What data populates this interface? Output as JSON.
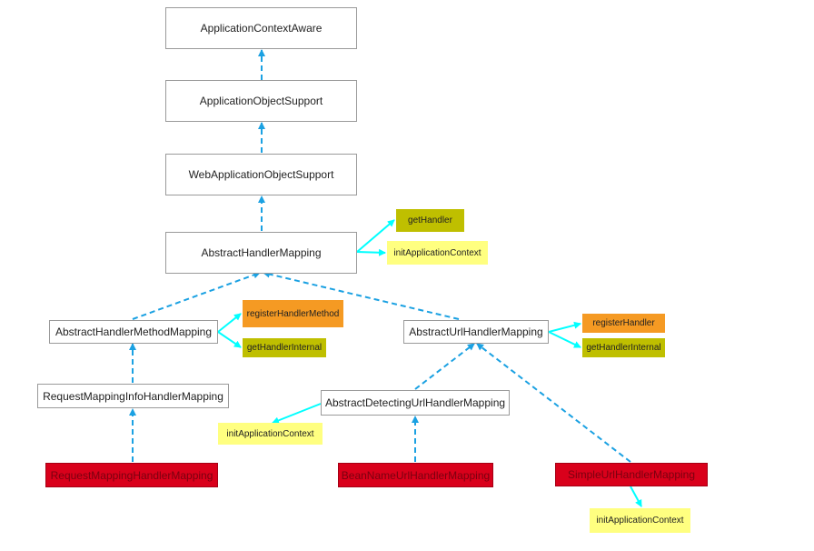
{
  "colors": {
    "edge": "#1ba1e2",
    "method_edge": "#00ffff",
    "class_border": "#9a9a9a",
    "concrete_fill": "#d9001b",
    "olive_fill": "#bfbf00",
    "orange_fill": "#f59a23",
    "yellow_fill": "#ffff80"
  },
  "nodes": {
    "application_context_aware": "ApplicationContextAware",
    "application_object_support": "ApplicationObjectSupport",
    "web_application_object_support": "WebApplicationObjectSupport",
    "abstract_handler_mapping": "AbstractHandlerMapping",
    "abstract_handler_method_mapping": "AbstractHandlerMethodMapping",
    "abstract_url_handler_mapping": "AbstractUrlHandlerMapping",
    "request_mapping_info_handler_mapping": "RequestMappingInfoHandlerMapping",
    "abstract_detecting_url_handler_mapping": "AbstractDetectingUrlHandlerMapping",
    "request_mapping_handler_mapping": "RequestMappingHandlerMapping",
    "bean_name_url_handler_mapping": "BeanNameUrlHandlerMapping",
    "simple_url_handler_mapping": "SimpleUrlHandlerMapping"
  },
  "methods": {
    "ahm_get_handler": "getHandler",
    "ahm_init_application_context": "initApplicationContext",
    "ahmm_register_handler_method": "registerHandlerMethod",
    "ahmm_get_handler_internal": "getHandlerInternal",
    "auhm_register_handler": "registerHandler",
    "auhm_get_handler_internal": "getHandlerInternal",
    "aduhm_init_application_context": "initApplicationContext",
    "suhm_init_application_context": "initApplicationContext"
  }
}
